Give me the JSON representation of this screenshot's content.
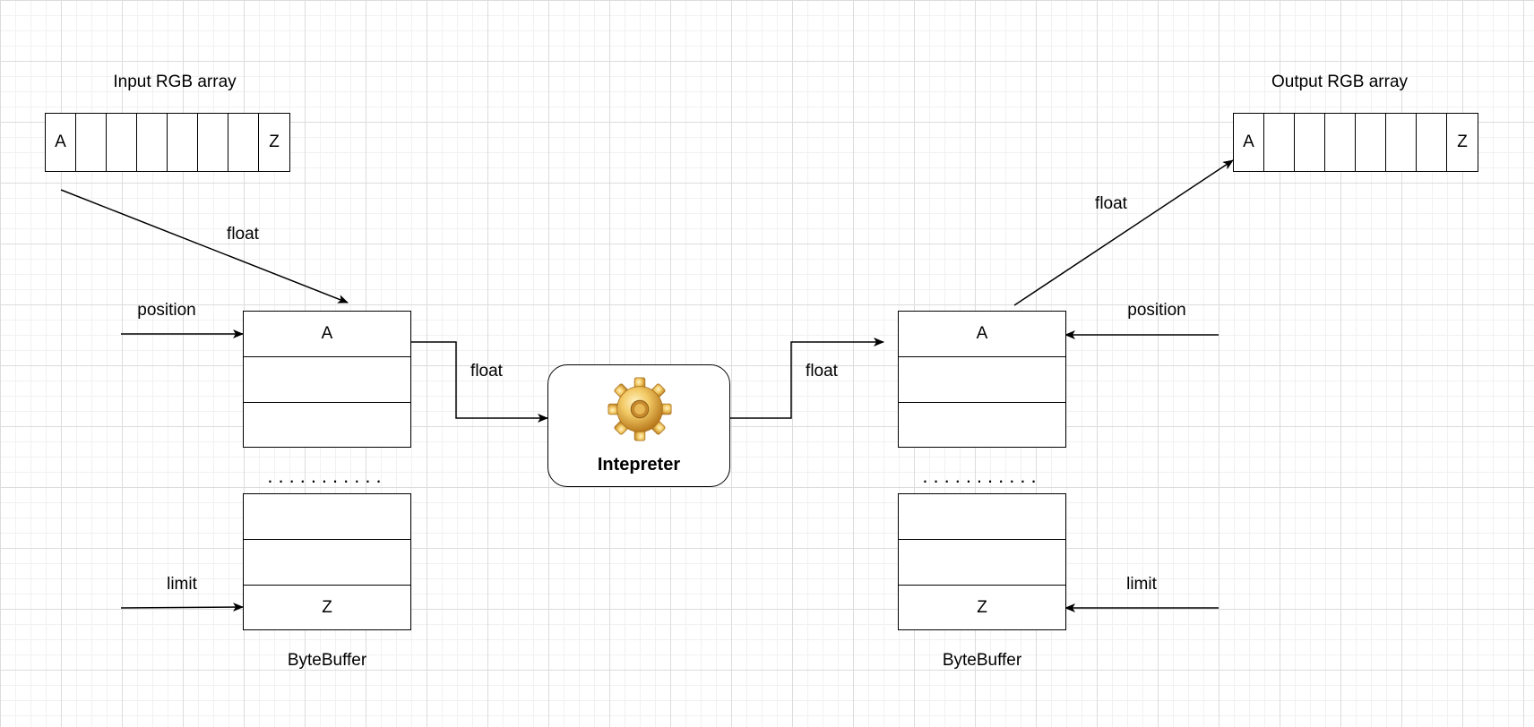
{
  "input_array": {
    "title": "Input RGB array",
    "cells": [
      "A",
      "",
      "",
      "",
      "",
      "",
      "",
      "Z"
    ]
  },
  "output_array": {
    "title": "Output RGB array",
    "cells": [
      "A",
      "",
      "",
      "",
      "",
      "",
      "",
      "Z"
    ]
  },
  "left_buffer": {
    "label": "ByteBuffer",
    "top_cells": [
      "A",
      "",
      ""
    ],
    "bottom_cells": [
      "",
      "",
      "Z"
    ],
    "ellipsis": "...........",
    "position_label": "position",
    "limit_label": "limit"
  },
  "right_buffer": {
    "label": "ByteBuffer",
    "top_cells": [
      "A",
      "",
      ""
    ],
    "bottom_cells": [
      "",
      "",
      "Z"
    ],
    "ellipsis": "...........",
    "position_label": "position",
    "limit_label": "limit"
  },
  "interpreter": {
    "label": "Intepreter",
    "icon": "gear-icon"
  },
  "edges": {
    "input_to_buffer": "float",
    "buffer_to_interpreter": "float",
    "interpreter_to_buffer": "float",
    "buffer_to_output": "float"
  },
  "colors": {
    "line": "#000000",
    "grid_major": "#dcdcdc",
    "grid_minor": "#f1f1f1",
    "gear_light": "#f7dc8a",
    "gear_dark": "#c98f2a"
  }
}
